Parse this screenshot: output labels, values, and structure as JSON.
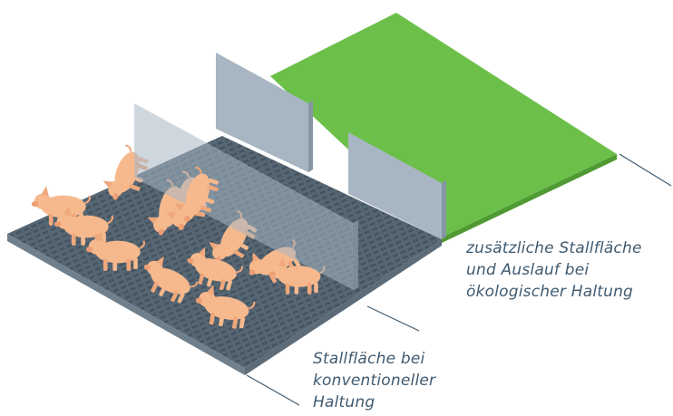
{
  "labels": {
    "organic": {
      "lines": [
        "zusätzliche Stallfläche",
        "und Auslauf bei",
        "ökologischer Haltung"
      ]
    },
    "conventional": {
      "lines": [
        "Stallfläche bei",
        "konventioneller",
        "Haltung"
      ]
    }
  },
  "colors": {
    "green_area": "#6cc04a",
    "slatted_floor": "#566673",
    "floor_edge": "#6f7f8c",
    "partition": "#a8b6c3",
    "pig": "#f6b98e",
    "label_text": "#3f5a70"
  },
  "pig_count": 13
}
